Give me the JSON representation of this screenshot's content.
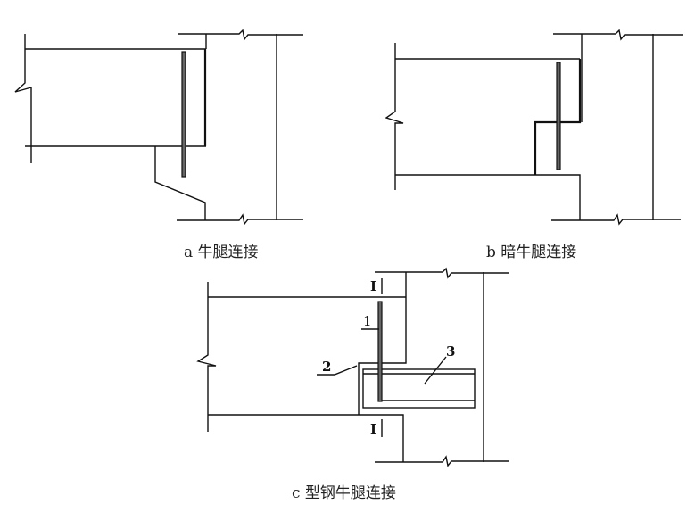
{
  "figure": {
    "panels": [
      {
        "id": "a",
        "caption": "a 牛腿连接"
      },
      {
        "id": "b",
        "caption": "b 暗牛腿连接"
      },
      {
        "id": "c",
        "caption": "c 型钢牛腿连接",
        "section_marks": [
          "I",
          "I"
        ],
        "callouts": [
          "1",
          "2",
          "3"
        ]
      }
    ]
  }
}
